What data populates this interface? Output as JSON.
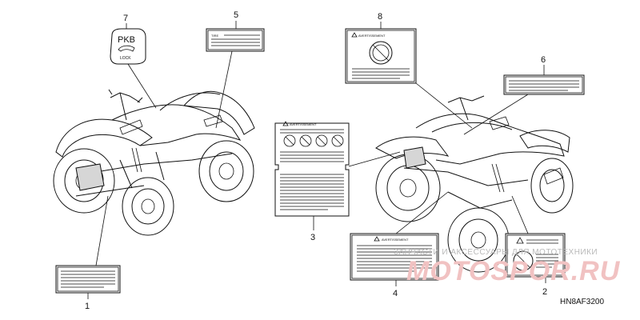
{
  "callouts": [
    {
      "id": "1",
      "label": "1"
    },
    {
      "id": "2",
      "label": "2"
    },
    {
      "id": "3",
      "label": "3"
    },
    {
      "id": "4",
      "label": "4"
    },
    {
      "id": "5",
      "label": "5"
    },
    {
      "id": "6",
      "label": "6"
    },
    {
      "id": "7",
      "label": "7"
    },
    {
      "id": "8",
      "label": "8"
    }
  ],
  "labels": {
    "pkb_top": "PKB",
    "pkb_bottom": "LOCK",
    "tire_title": "TIRE",
    "avertissement_8": "AVERTISSEMENT",
    "avertissement_3": "AVERTISSEMENT",
    "avertissement_4": "AVERTISSEMENT"
  },
  "diagram_code": "HN8AF3200",
  "watermark": {
    "line1": "ЗАПЧАСТИ И АКСЕССУАРЫ ДЛЯ МОТОТЕХНИКИ",
    "line2": "MOTOSPOR.RU",
    "color": "#f1c2c2"
  }
}
